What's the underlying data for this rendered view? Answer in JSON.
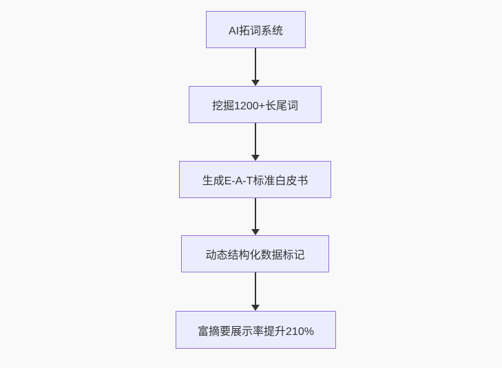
{
  "page": {
    "background_color": "#f9f9f9"
  },
  "diagram": {
    "type": "flowchart",
    "direction": "top-down",
    "node_fill_color": "#ECECFF",
    "node_border_color": "#9370DB",
    "edge_color": "#333333",
    "text_color": "#333333",
    "nodes": [
      {
        "label": "AI拓词系统"
      },
      {
        "label": "挖掘1200+长尾词"
      },
      {
        "label": "生成E-A-T标准白皮书"
      },
      {
        "label": "动态结构化数据标记"
      },
      {
        "label": "富摘要展示率提升210%"
      }
    ],
    "edges": [
      {
        "from": "AI拓词系统",
        "to": "挖掘1200+长尾词",
        "style": "arrow"
      },
      {
        "from": "挖掘1200+长尾词",
        "to": "生成E-A-T标准白皮书",
        "style": "arrow"
      },
      {
        "from": "生成E-A-T标准白皮书",
        "to": "动态结构化数据标记",
        "style": "arrow"
      },
      {
        "from": "动态结构化数据标记",
        "to": "富摘要展示率提升210%",
        "style": "arrow"
      }
    ]
  }
}
